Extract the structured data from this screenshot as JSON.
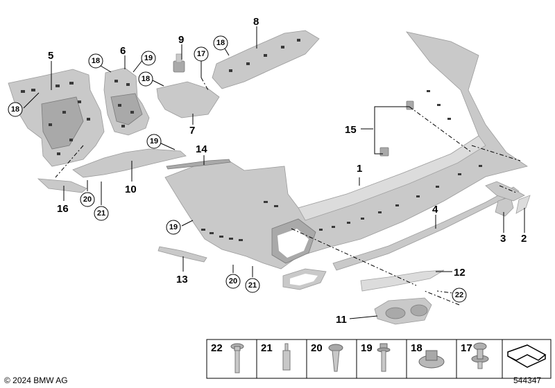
{
  "callouts": {
    "c1": "1",
    "c2": "2",
    "c3": "3",
    "c4": "4",
    "c5": "5",
    "c6": "6",
    "c7": "7",
    "c8": "8",
    "c9": "9",
    "c10": "10",
    "c11": "11",
    "c12": "12",
    "c13": "13",
    "c14": "14",
    "c15": "15",
    "c16": "16"
  },
  "circled": {
    "a18": "18",
    "b18": "18",
    "c18": "18",
    "d18": "18",
    "a19": "19",
    "b19": "19",
    "c19": "19",
    "a17": "17",
    "a20": "20",
    "b20": "20",
    "a21": "21",
    "b21": "21",
    "a22": "22"
  },
  "legend": {
    "items": [
      "22",
      "21",
      "20",
      "19",
      "18",
      "17"
    ]
  },
  "footer": {
    "copyright": "© 2024 BMW AG",
    "diagram_id": "544347"
  }
}
